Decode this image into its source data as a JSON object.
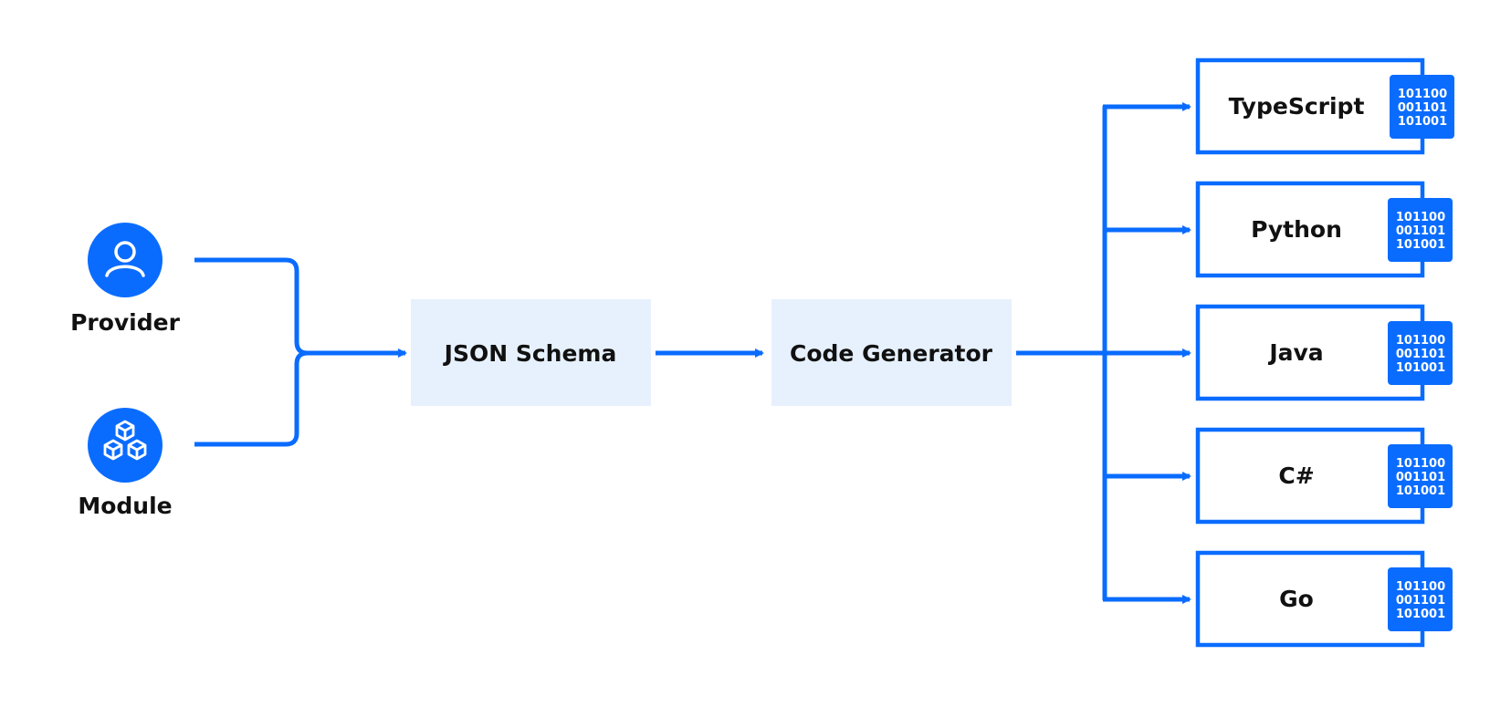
{
  "colors": {
    "accent": "#0a6cff",
    "box_fill": "#e7f1fd",
    "text": "#111111",
    "background": "#ffffff"
  },
  "sources": [
    {
      "label": "Provider",
      "icon": "user-icon"
    },
    {
      "label": "Module",
      "icon": "cubes-icon"
    }
  ],
  "nodes": {
    "schema": "JSON Schema",
    "generator": "Code Generator"
  },
  "outputs": [
    {
      "label": "TypeScript",
      "icon": "binary-file-icon"
    },
    {
      "label": "Python",
      "icon": "binary-file-icon"
    },
    {
      "label": "Java",
      "icon": "binary-file-icon"
    },
    {
      "label": "C#",
      "icon": "binary-file-icon"
    },
    {
      "label": "Go",
      "icon": "binary-file-icon"
    }
  ],
  "binary_lines": [
    "101100",
    "001101",
    "101001"
  ]
}
